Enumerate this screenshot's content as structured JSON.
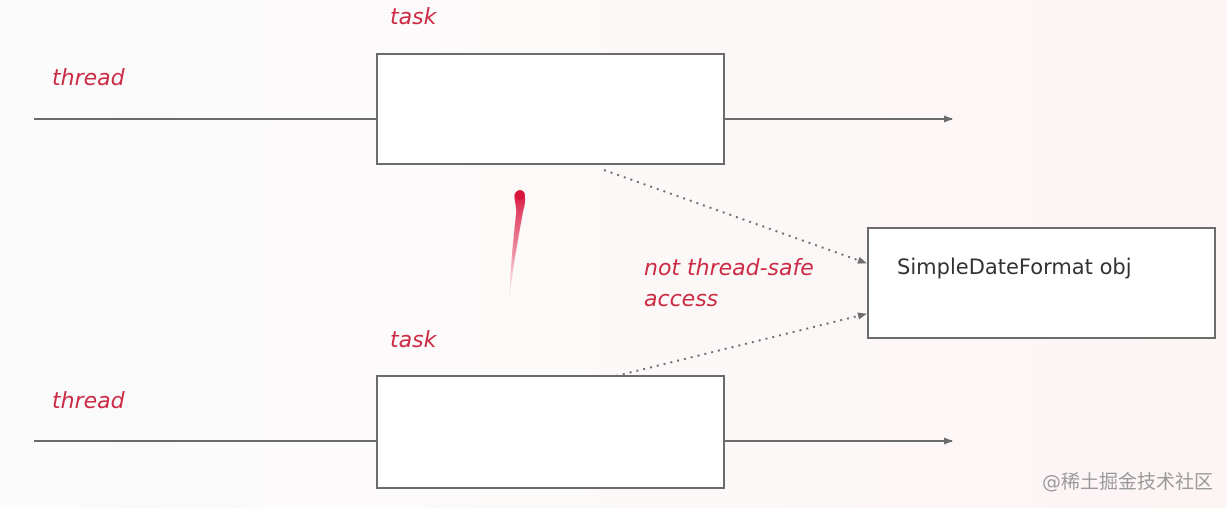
{
  "diagram": {
    "threads": [
      {
        "label": "thread",
        "task_label": "task"
      },
      {
        "label": "thread",
        "task_label": "task"
      }
    ],
    "shared_object": {
      "label": "SimpleDateFormat obj"
    },
    "conflict_note": {
      "line1": "not thread-safe",
      "line2": "access"
    },
    "colors": {
      "accent": "#cc2b45",
      "stroke": "#6b6b6b",
      "box_fill": "#ffffff",
      "text": "#333333"
    }
  },
  "watermark": {
    "text": "@稀土掘金技术社区"
  }
}
